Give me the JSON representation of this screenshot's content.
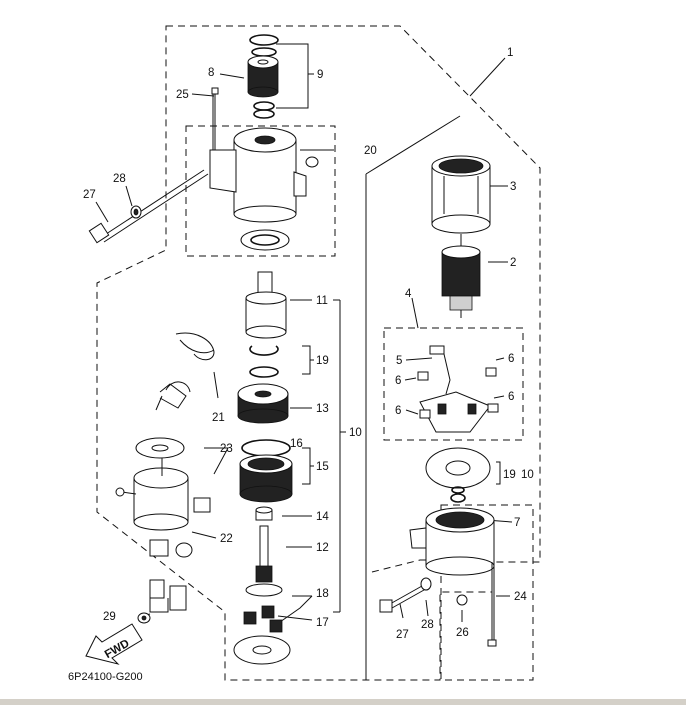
{
  "diagram_code": "6P24100-G200",
  "fwd_label": "FWD",
  "callouts": {
    "c1": "1",
    "c2": "2",
    "c3": "3",
    "c4": "4",
    "c5": "5",
    "c6a": "6",
    "c6b": "6",
    "c6c": "6",
    "c6d": "6",
    "c7": "7",
    "c8": "8",
    "c9": "9",
    "c10a": "10",
    "c10b": "10",
    "c11": "11",
    "c12": "12",
    "c13": "13",
    "c14": "14",
    "c15": "15",
    "c16": "16",
    "c17": "17",
    "c18": "18",
    "c19a": "19",
    "c19b": "19",
    "c20": "20",
    "c21": "21",
    "c22": "22",
    "c23": "23",
    "c24": "24",
    "c25": "25",
    "c26": "26",
    "c27a": "27",
    "c27b": "27",
    "c28a": "28",
    "c28b": "28",
    "c29": "29"
  }
}
